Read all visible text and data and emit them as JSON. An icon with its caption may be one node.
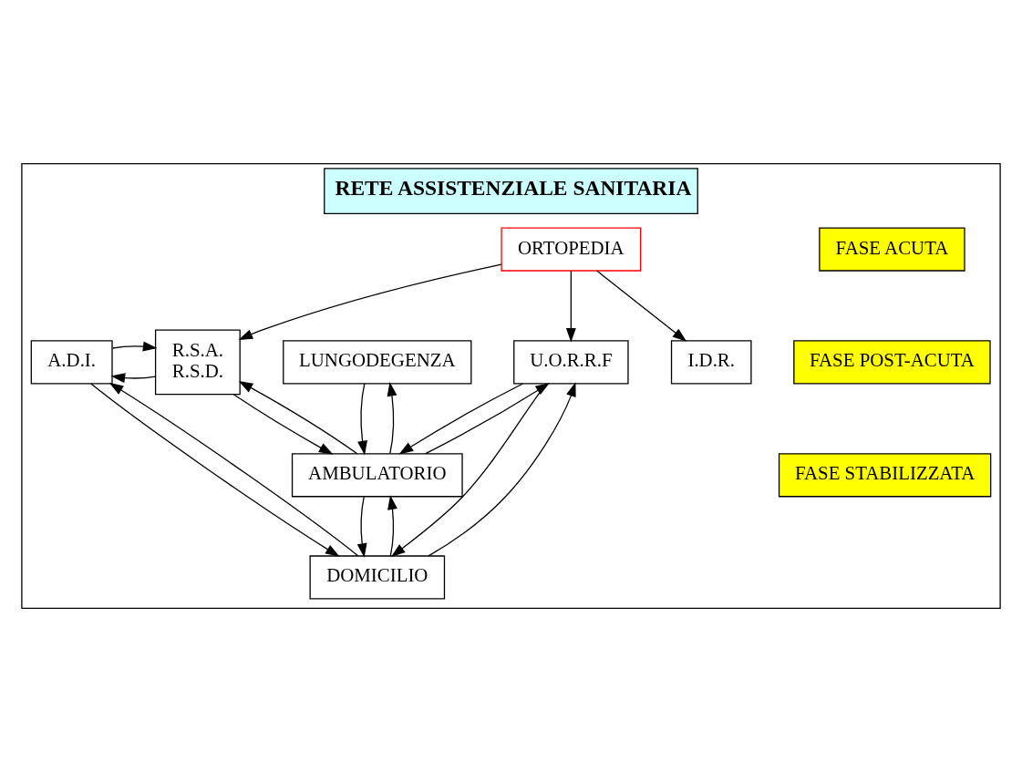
{
  "diagram": {
    "nodes": [
      {
        "text": [
          "RETE ASSISTENZIALE SANITARIA"
        ]
      },
      {
        "text": [
          "FASE ACUTA"
        ],
        "in": 0
      },
      {
        "text": [
          "FASE POST-ACUTA"
        ],
        "in": 0
      },
      {
        "text": [
          "FASE STABILIZZATA"
        ],
        "in": 0
      },
      {
        "text": [
          "ORTOPEDIA"
        ],
        "in": 0
      },
      {
        "text": [
          "U.O.R.R.F"
        ],
        "in": 0
      },
      {
        "text": [
          "I.D.R."
        ],
        "in": 0
      },
      {
        "text": [
          "LUNGODEGENZA"
        ],
        "in": 0
      },
      {
        "text": [
          "R.S.A.",
          "R.S.D."
        ],
        "in": 0
      },
      {
        "text": [
          "A.D.I."
        ],
        "in": 0
      },
      {
        "text": [
          "AMBULATORIO"
        ],
        "in": 0
      },
      {
        "text": [
          "DOMICILIO"
        ],
        "in": 0
      }
    ],
    "edges": [
      {
        "from": 4,
        "to": 5,
        "arrow": "to"
      },
      {
        "from": 4,
        "to": 6,
        "arrow": "to"
      },
      {
        "from": 4,
        "to": 8,
        "arrow": "to"
      },
      {
        "from": 8,
        "to": 9,
        "arrow": "to"
      },
      {
        "from": 9,
        "to": 8,
        "arrow": "to"
      },
      {
        "from": 5,
        "to": 10,
        "arrow": "to"
      },
      {
        "from": 10,
        "to": 5,
        "arrow": "to"
      },
      {
        "from": 7,
        "to": 10,
        "arrow": "to"
      },
      {
        "from": 10,
        "to": 7,
        "arrow": "to"
      },
      {
        "from": 8,
        "to": 10,
        "arrow": "to"
      },
      {
        "from": 10,
        "to": 8,
        "arrow": "to"
      },
      {
        "from": 5,
        "to": 11,
        "arrow": "to"
      },
      {
        "from": 11,
        "to": 5,
        "arrow": "to"
      },
      {
        "from": 10,
        "to": 11,
        "arrow": "to"
      },
      {
        "from": 11,
        "to": 10,
        "arrow": "to"
      },
      {
        "from": 9,
        "to": 11,
        "arrow": "to"
      },
      {
        "from": 11,
        "to": 9,
        "arrow": "to"
      }
    ]
  }
}
